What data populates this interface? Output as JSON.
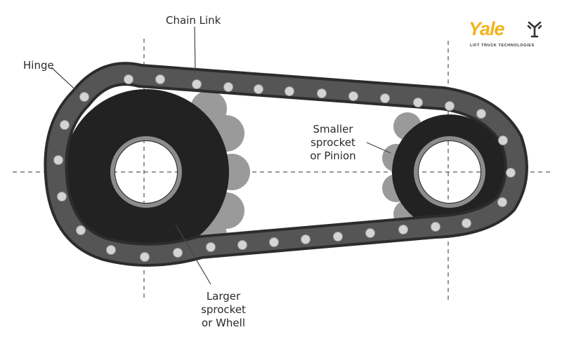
{
  "labels": {
    "chain_link": "Chain Link",
    "hinge": "Hinge",
    "smaller": [
      "Smaller",
      "sprocket",
      "or Pinion"
    ],
    "larger": [
      "Larger",
      "sprocket",
      "or Whell"
    ]
  },
  "brand": {
    "name": "Yale",
    "tagline": "LIFT TRUCK TECHNOLOGIES",
    "color": "#f3b31b",
    "icon": "yale-mark-icon"
  },
  "colors": {
    "sprocket": "#222222",
    "chain_plate": "#4a4a4a",
    "chain_edge": "#2c2c2c",
    "roller": "#d4d4d4",
    "tooth_edge": "#9a9a9a"
  }
}
